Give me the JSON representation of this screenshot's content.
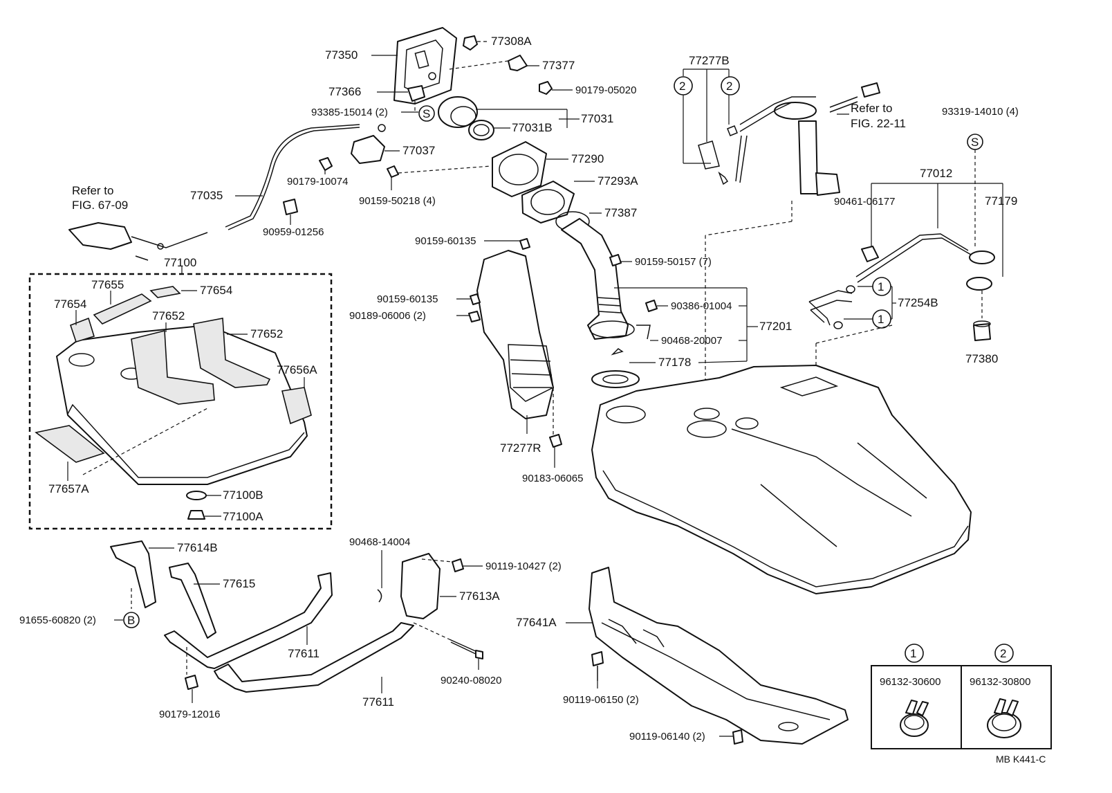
{
  "labels": {
    "p77350": "77350",
    "p77308A": "77308A",
    "p77377": "77377",
    "p77366": "77366",
    "p90179_05020": "90179-05020",
    "p93385_15014": "93385-15014 (2)",
    "p77031": "77031",
    "p77031B": "77031B",
    "p77037": "77037",
    "p77290": "77290",
    "p90179_10074": "90179-10074",
    "p90159_50218": "90159-50218 (4)",
    "p77293A": "77293A",
    "p77035": "77035",
    "p77387": "77387",
    "p90959_01256": "90959-01256",
    "refer_67_line1": "Refer to",
    "refer_67_line2": "FIG. 67-09",
    "p77100": "77100",
    "p77655": "77655",
    "p77654_a": "77654",
    "p77654_b": "77654",
    "p77652_a": "77652",
    "p77652_b": "77652",
    "p77656A": "77656A",
    "p77657A": "77657A",
    "p77100B": "77100B",
    "p77100A": "77100A",
    "p77277B": "77277B",
    "refer_22_line1": "Refer to",
    "refer_22_line2": "FIG. 22-11",
    "p93319_14010": "93319-14010 (4)",
    "p77012": "77012",
    "p90461_06177": "90461-06177",
    "p77179": "77179",
    "p77254B": "77254B",
    "p77380": "77380",
    "p90159_60135_a": "90159-60135",
    "p90159_60135_b": "90159-60135",
    "p90189_06006": "90189-06006 (2)",
    "p90159_50157": "90159-50157 (7)",
    "p90386_01004": "90386-01004",
    "p77201": "77201",
    "p90468_20007": "90468-20007",
    "p77178": "77178",
    "p77277R": "77277R",
    "p90183_06065": "90183-06065",
    "p77614B": "77614B",
    "p77615": "77615",
    "p91655_60820": "91655-60820 (2)",
    "p77611_a": "77611",
    "p77611_b": "77611",
    "p90179_12016": "90179-12016",
    "p90468_14004": "90468-14004",
    "p90119_10427": "90119-10427 (2)",
    "p77613A": "77613A",
    "p90240_08020": "90240-08020",
    "p77641A": "77641A",
    "p90119_06150": "90119-06150 (2)",
    "p90119_06140": "90119-06140 (2)",
    "p96132_30600": "96132-30600",
    "p96132_30800": "96132-30800",
    "code": "MB  K441-C"
  },
  "symbols": {
    "S": "S",
    "B": "B",
    "one": "1",
    "two": "2"
  },
  "icons": {
    "clamp": "hose-clamp-icon",
    "tank": "fuel-tank-icon"
  }
}
